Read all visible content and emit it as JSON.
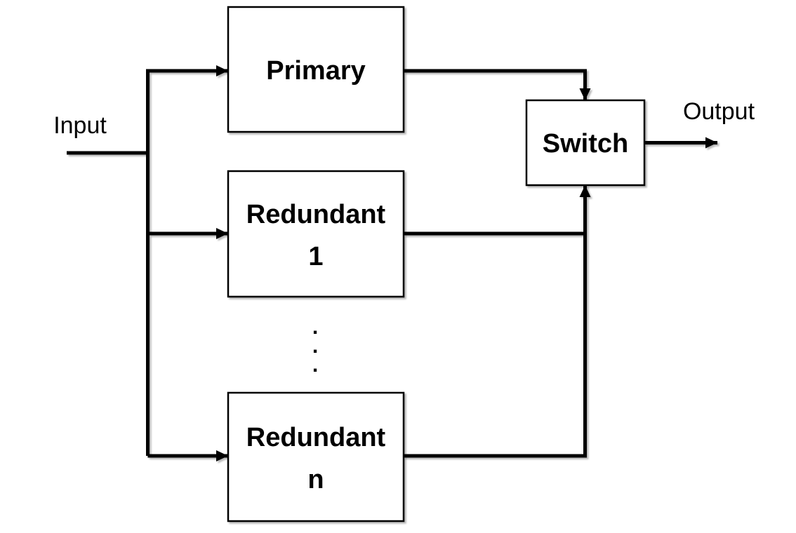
{
  "diagram": {
    "type": "block-diagram",
    "labels": {
      "input": "Input",
      "output": "Output"
    },
    "blocks": {
      "primary": {
        "label": "Primary"
      },
      "redundant_1": {
        "line1": "Redundant",
        "line2": "1"
      },
      "redundant_n": {
        "line1": "Redundant",
        "line2": "n"
      },
      "switch": {
        "label": "Switch"
      }
    },
    "ellipsis": {
      "dot": "."
    },
    "edges": [
      {
        "from": "input",
        "to": "primary",
        "arrow": true
      },
      {
        "from": "input",
        "to": "redundant_1",
        "arrow": true
      },
      {
        "from": "input",
        "to": "redundant_n",
        "arrow": true
      },
      {
        "from": "primary",
        "to": "switch",
        "arrow": true
      },
      {
        "from": "redundant_1",
        "to": "switch",
        "arrow": false
      },
      {
        "from": "redundant_n",
        "to": "switch",
        "arrow": true
      },
      {
        "from": "switch",
        "to": "output",
        "arrow": true
      }
    ],
    "colors": {
      "background": "#ffffff",
      "line": "#000000",
      "box_fill": "#ffffff",
      "box_border": "#000000",
      "text": "#000000"
    }
  }
}
